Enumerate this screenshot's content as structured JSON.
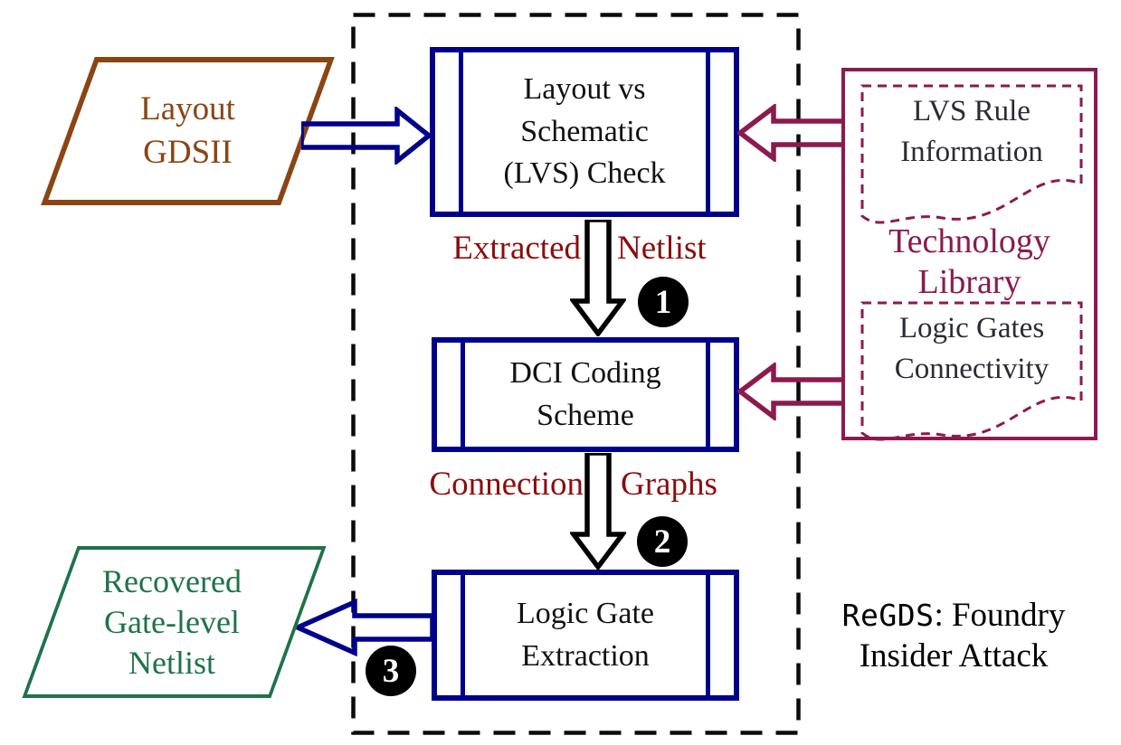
{
  "colors": {
    "navy": "#00008B",
    "brown": "#8B4513",
    "maroon": "#8B1A4F",
    "dark_red": "#8B0D0D",
    "green": "#1E7348",
    "black": "#000000"
  },
  "nodes": {
    "layout_gdsii": "Layout\nGDSII",
    "lvs_check": "Layout vs\nSchematic\n(LVS) Check",
    "dci_coding": "DCI Coding\nScheme",
    "logic_gate_extraction": "Logic Gate\nExtraction",
    "recovered_netlist": "Recovered\nGate-level\nNetlist",
    "lvs_rule_info": "LVS Rule\nInformation",
    "technology_library": "Technology\nLibrary",
    "logic_gates_connectivity": "Logic Gates\nConnectivity"
  },
  "edge_labels": {
    "extracted": "Extracted",
    "netlist": "Netlist",
    "connection": "Connection",
    "graphs": "Graphs"
  },
  "steps": {
    "one": "1",
    "two": "2",
    "three": "3"
  },
  "caption": {
    "regds": "ReGDS",
    "line1_rest": ": Foundry",
    "line2": "Insider Attack"
  }
}
